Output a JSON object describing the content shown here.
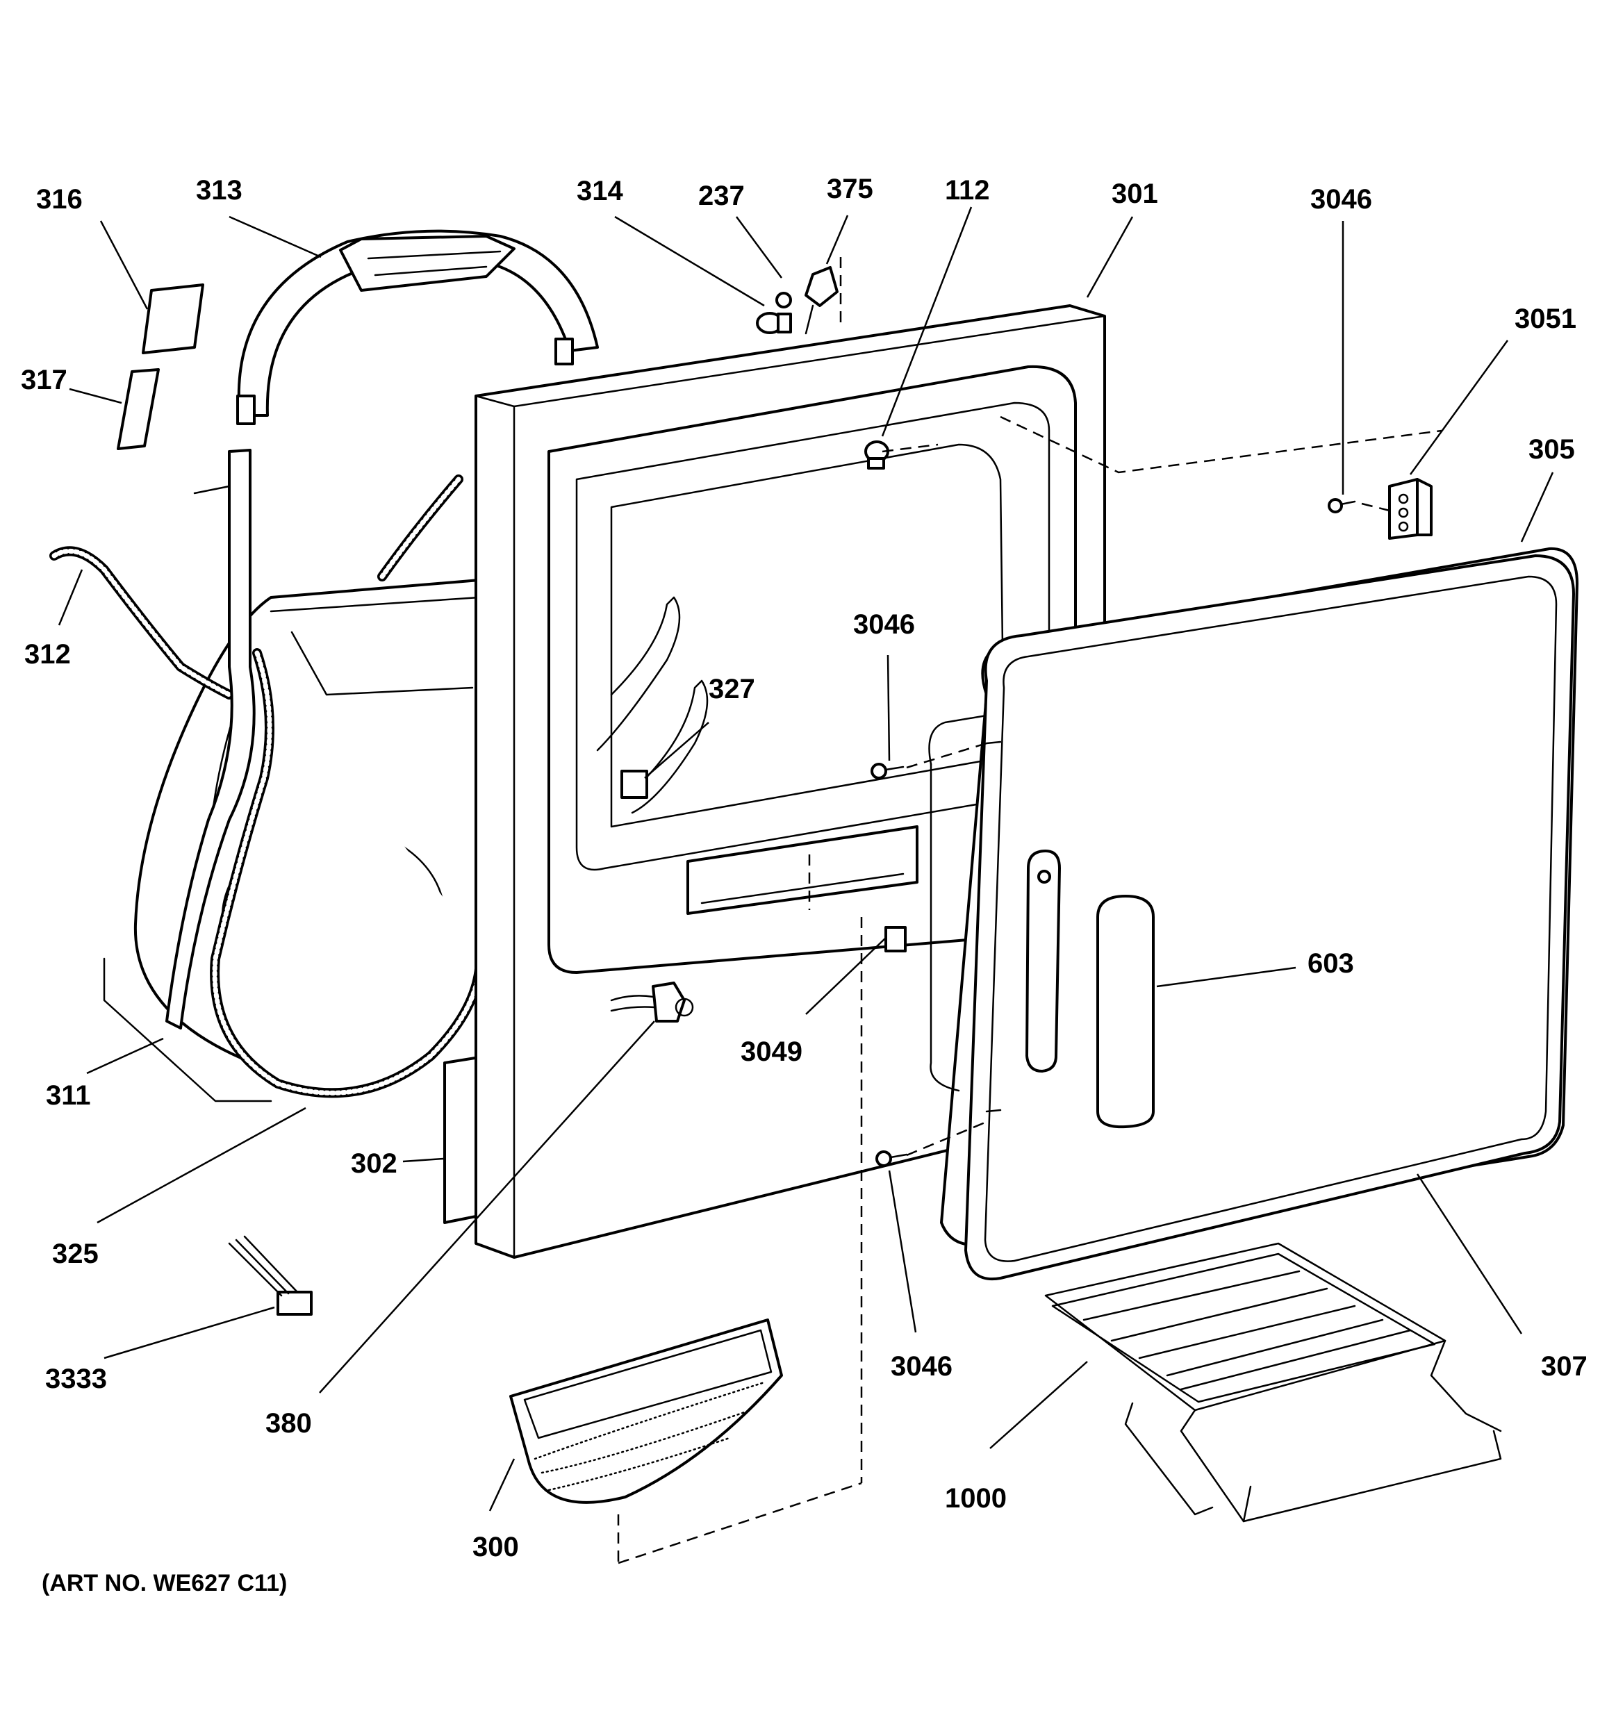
{
  "callouts": {
    "c316": "316",
    "c313": "313",
    "c314": "314",
    "c237": "237",
    "c375": "375",
    "c112": "112",
    "c301": "301",
    "c3046_top": "3046",
    "c3051": "3051",
    "c305": "305",
    "c317": "317",
    "c312": "312",
    "c3046_mid": "3046",
    "c327": "327",
    "c603": "603",
    "c3049": "3049",
    "c311": "311",
    "c302": "302",
    "c325": "325",
    "c3046_bot": "3046",
    "c307": "307",
    "c3333": "3333",
    "c380": "380",
    "c1000": "1000",
    "c300": "300"
  },
  "art_number": "(ART NO. WE627 C11)"
}
